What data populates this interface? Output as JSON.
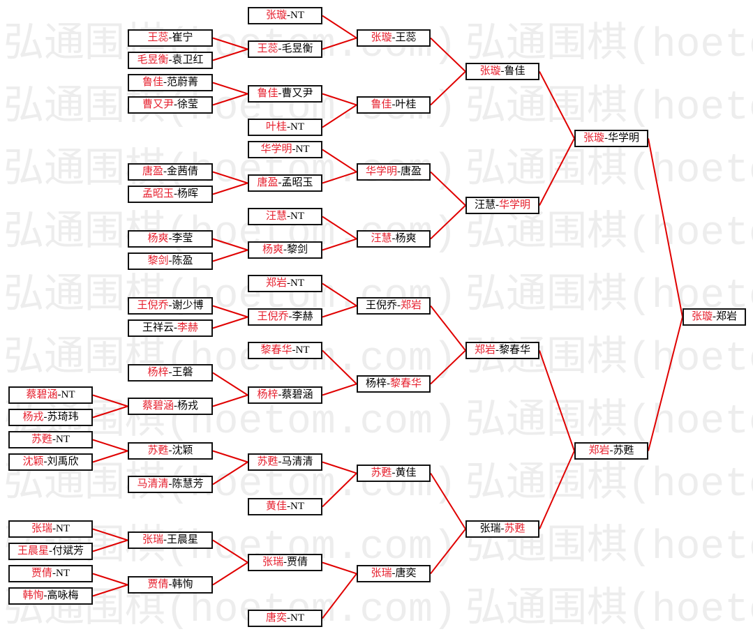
{
  "watermark": {
    "text": "弘通围棋(hoetom.com)"
  },
  "colors": {
    "winner_text": "#e6202e",
    "text": "#000000",
    "connector": "#e00000",
    "box_border": "#111111",
    "watermark": "#ededed"
  },
  "bracket_separator": "-",
  "bracket": {
    "p1": "张璇",
    "p2": "郑岩",
    "winner": 1,
    "children": [
      {
        "p1": "张璇",
        "p2": "华学明",
        "winner": 1,
        "children": [
          {
            "p1": "张璇",
            "p2": "鲁佳",
            "winner": 1,
            "children": [
              {
                "p1": "张璇",
                "p2": "王蕊",
                "winner": 1,
                "children": [
                  {
                    "p1": "张璇",
                    "p2": "NT",
                    "winner": 1
                  },
                  {
                    "p1": "王蕊",
                    "p2": "毛昱衡",
                    "winner": 1,
                    "children": [
                      {
                        "p1": "王蕊",
                        "p2": "崔宁",
                        "winner": 1
                      },
                      {
                        "p1": "毛昱衡",
                        "p2": "袁卫红",
                        "winner": 1
                      }
                    ]
                  }
                ]
              },
              {
                "p1": "鲁佳",
                "p2": "叶桂",
                "winner": 1,
                "children": [
                  {
                    "p1": "鲁佳",
                    "p2": "曹又尹",
                    "winner": 1,
                    "children": [
                      {
                        "p1": "鲁佳",
                        "p2": "范蔚菁",
                        "winner": 1
                      },
                      {
                        "p1": "曹又尹",
                        "p2": "徐莹",
                        "winner": 1
                      }
                    ]
                  },
                  {
                    "p1": "叶桂",
                    "p2": "NT",
                    "winner": 1
                  }
                ]
              }
            ]
          },
          {
            "p1": "汪慧",
            "p2": "华学明",
            "winner": 2,
            "children": [
              {
                "p1": "华学明",
                "p2": "唐盈",
                "winner": 1,
                "children": [
                  {
                    "p1": "华学明",
                    "p2": "NT",
                    "winner": 1
                  },
                  {
                    "p1": "唐盈",
                    "p2": "孟昭玉",
                    "winner": 1,
                    "children": [
                      {
                        "p1": "唐盈",
                        "p2": "金茜倩",
                        "winner": 1
                      },
                      {
                        "p1": "孟昭玉",
                        "p2": "杨晖",
                        "winner": 1
                      }
                    ]
                  }
                ]
              },
              {
                "p1": "汪慧",
                "p2": "杨爽",
                "winner": 1,
                "children": [
                  {
                    "p1": "汪慧",
                    "p2": "NT",
                    "winner": 1
                  },
                  {
                    "p1": "杨爽",
                    "p2": "黎剑",
                    "winner": 1,
                    "children": [
                      {
                        "p1": "杨爽",
                        "p2": "李莹",
                        "winner": 1
                      },
                      {
                        "p1": "黎剑",
                        "p2": "陈盈",
                        "winner": 1
                      }
                    ]
                  }
                ]
              }
            ]
          }
        ]
      },
      {
        "p1": "郑岩",
        "p2": "苏甦",
        "winner": 1,
        "children": [
          {
            "p1": "郑岩",
            "p2": "黎春华",
            "winner": 1,
            "children": [
              {
                "p1": "王倪乔",
                "p2": "郑岩",
                "winner": 2,
                "children": [
                  {
                    "p1": "郑岩",
                    "p2": "NT",
                    "winner": 1
                  },
                  {
                    "p1": "王倪乔",
                    "p2": "李赫",
                    "winner": 1,
                    "children": [
                      {
                        "p1": "王倪乔",
                        "p2": "谢少博",
                        "winner": 1
                      },
                      {
                        "p1": "王祥云",
                        "p2": "李赫",
                        "winner": 2
                      }
                    ]
                  }
                ]
              },
              {
                "p1": "杨梓",
                "p2": "黎春华",
                "winner": 2,
                "children": [
                  {
                    "p1": "黎春华",
                    "p2": "NT",
                    "winner": 1
                  },
                  {
                    "p1": "杨梓",
                    "p2": "蔡碧涵",
                    "winner": 1,
                    "children": [
                      {
                        "p1": "杨梓",
                        "p2": "王磐",
                        "winner": 1
                      },
                      {
                        "p1": "蔡碧涵",
                        "p2": "杨戎",
                        "winner": 1,
                        "children": [
                          {
                            "p1": "蔡碧涵",
                            "p2": "NT",
                            "winner": 1
                          },
                          {
                            "p1": "杨戎",
                            "p2": "苏琦玮",
                            "winner": 1
                          }
                        ]
                      }
                    ]
                  }
                ]
              }
            ]
          },
          {
            "p1": "张瑞",
            "p2": "苏甦",
            "winner": 2,
            "children": [
              {
                "p1": "苏甦",
                "p2": "黄佳",
                "winner": 1,
                "children": [
                  {
                    "p1": "苏甦",
                    "p2": "马清清",
                    "winner": 1,
                    "children": [
                      {
                        "p1": "苏甦",
                        "p2": "沈颖",
                        "winner": 1,
                        "children": [
                          {
                            "p1": "苏甦",
                            "p2": "NT",
                            "winner": 1
                          },
                          {
                            "p1": "沈颖",
                            "p2": "刘禹欣",
                            "winner": 1
                          }
                        ]
                      },
                      {
                        "p1": "马清清",
                        "p2": "陈慧芳",
                        "winner": 1
                      }
                    ]
                  },
                  {
                    "p1": "黄佳",
                    "p2": "NT",
                    "winner": 1
                  }
                ]
              },
              {
                "p1": "张瑞",
                "p2": "唐奕",
                "winner": 1,
                "children": [
                  {
                    "p1": "张瑞",
                    "p2": "贾倩",
                    "winner": 1,
                    "children": [
                      {
                        "p1": "张瑞",
                        "p2": "王晨星",
                        "winner": 1,
                        "children": [
                          {
                            "p1": "张瑞",
                            "p2": "NT",
                            "winner": 1
                          },
                          {
                            "p1": "王晨星",
                            "p2": "付斌芳",
                            "winner": 1
                          }
                        ]
                      },
                      {
                        "p1": "贾倩",
                        "p2": "韩恂",
                        "winner": 1,
                        "children": [
                          {
                            "p1": "贾倩",
                            "p2": "NT",
                            "winner": 1
                          },
                          {
                            "p1": "韩恂",
                            "p2": "高咏梅",
                            "winner": 1
                          }
                        ]
                      }
                    ]
                  },
                  {
                    "p1": "唐奕",
                    "p2": "NT",
                    "winner": 1
                  }
                ]
              }
            ]
          }
        ]
      }
    ]
  }
}
